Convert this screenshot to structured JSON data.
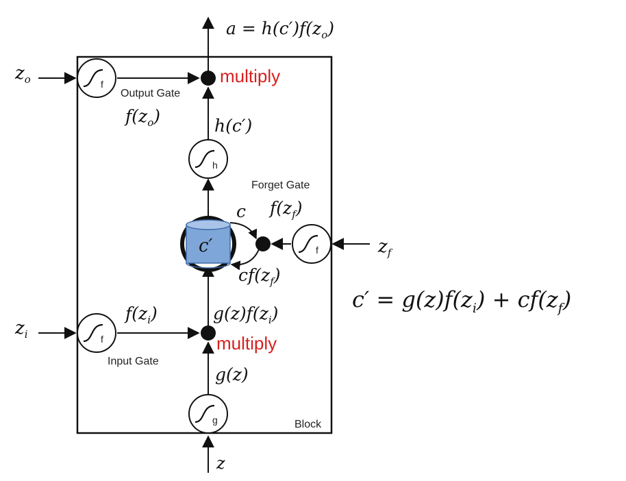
{
  "diagram": {
    "block_label": "Block",
    "output_gate_label": "Output Gate",
    "input_gate_label": "Input Gate",
    "forget_gate_label": "Forget Gate",
    "multiply_label_top": "multiply",
    "multiply_label_bottom": "multiply",
    "gates": {
      "output": "f",
      "input": "f",
      "forget": "f",
      "cell_in": "g",
      "cell_out": "h"
    },
    "inputs": {
      "z": "z",
      "zi_base": "z",
      "zi_sub": "i",
      "zo_base": "z",
      "zo_sub": "o",
      "zf_base": "z",
      "zf_sub": "f"
    },
    "signals": {
      "a_output": "a = h(c′)f(z",
      "a_output_sub": "o",
      "a_output_end": ")",
      "fzo": "f(z",
      "fzo_sub": "o",
      "fzo_end": ")",
      "hc": "h(c′)",
      "c": "c",
      "fzf": "f(z",
      "fzf_sub": "f",
      "fzf_end": ")",
      "cfzf": "cf(z",
      "cfzf_sub": "f",
      "cfzf_end": ")",
      "fzi": "f(z",
      "fzi_sub": "i",
      "fzi_end": ")",
      "gzfzi": "g(z)f(z",
      "gzfzi_sub": "i",
      "gzfzi_end": ")",
      "gz": "g(z)",
      "cell": "c′"
    },
    "equation": {
      "part1": "c′ = g(z)f(z",
      "sub1": "i",
      "part2": ") + cf(z",
      "sub2": "f",
      "part3": ")"
    },
    "colors": {
      "multiply": "#d81e1e",
      "cell_fill": "#7ea6d8",
      "line": "#111111"
    }
  }
}
